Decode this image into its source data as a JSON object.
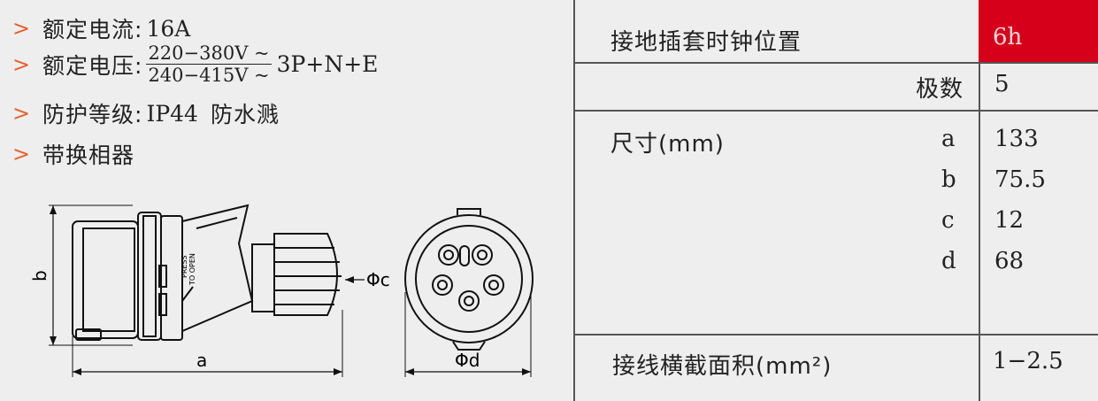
{
  "specs": [
    {
      "label": "额定电流:",
      "value": "16A"
    },
    {
      "label": "额定电压:",
      "numerator": "220−380V ~",
      "denominator": "240−415V ~",
      "suffix": "3P+N+E"
    },
    {
      "label": "防护等级:",
      "value": "IP44",
      "extra": "防水溅"
    },
    {
      "label": "带换相器"
    }
  ],
  "marker": ">",
  "diagram": {
    "press_text_1": "PRESS",
    "press_text_2": "TO OPEN",
    "dim_b": "b",
    "dim_a": "a",
    "dim_c": "Φc",
    "dim_d": "Φd"
  },
  "table": {
    "earth_label": "接地插套时钟位置",
    "earth_value": "6h",
    "poles_label": "极数",
    "poles_value": "5",
    "size_label": "尺寸(mm)",
    "size_rows": [
      {
        "key": "a",
        "value": "133"
      },
      {
        "key": "b",
        "value": "75.5"
      },
      {
        "key": "c",
        "value": "12"
      },
      {
        "key": "d",
        "value": "68"
      }
    ],
    "wire_label": "接线横截面积(mm²)",
    "wire_value": "1−2.5"
  },
  "colors": {
    "accent": "#d7001b",
    "marker": "#e8602b"
  }
}
